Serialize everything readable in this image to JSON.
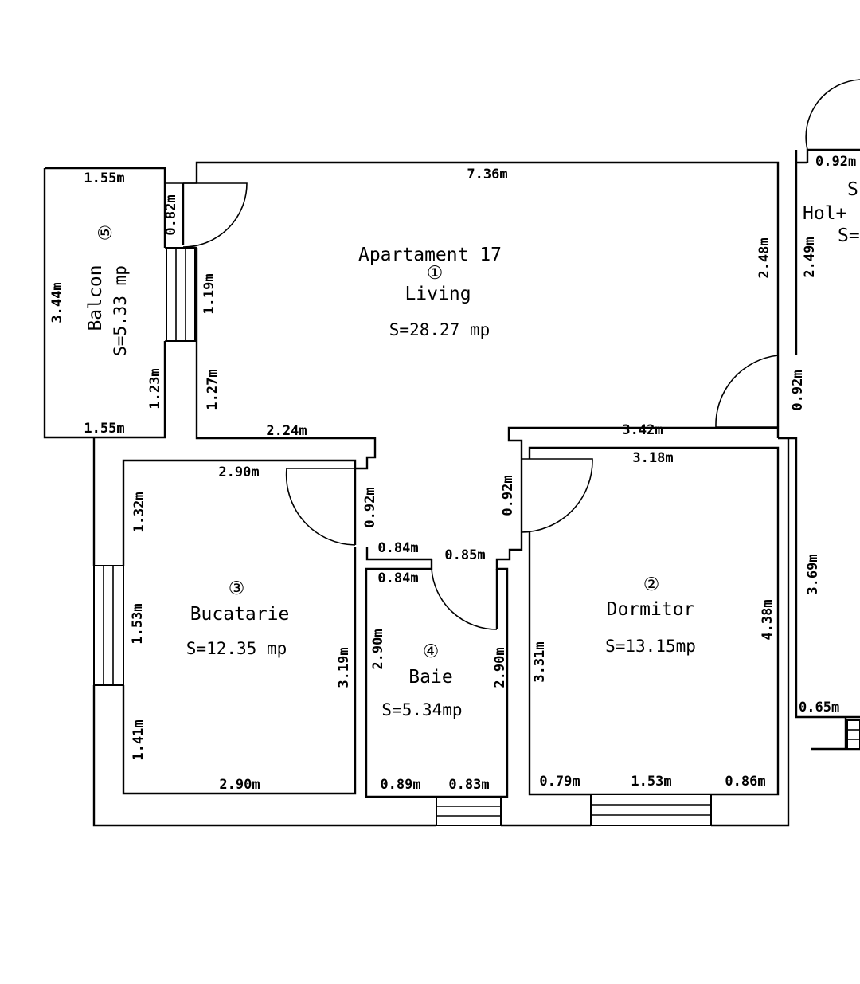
{
  "title": "Apartament 17",
  "rooms": {
    "living": {
      "num": "①",
      "name": "Living",
      "area": "S=28.27 mp"
    },
    "dormitor": {
      "num": "②",
      "name": "Dormitor",
      "area": "S=13.15mp"
    },
    "bucatarie": {
      "num": "③",
      "name": "Bucatarie",
      "area": "S=12.35 mp"
    },
    "baie": {
      "num": "④",
      "name": "Baie",
      "area": "S=5.34mp"
    },
    "balcon": {
      "num": "⑤",
      "name": "Balcon",
      "area": "S=5.33 mp"
    },
    "hol": {
      "name": "Hol+",
      "num_partial": "S",
      "area_partial": "S="
    }
  },
  "dimensions": {
    "balcon_top": "1.55m",
    "balcon_bottom": "1.55m",
    "balcon_left": "3.44m",
    "balcon_door": "0.82m",
    "balcon_win": "1.19m",
    "balcon_right_low": "1.23m",
    "living_top": "7.36m",
    "living_right": "2.48m",
    "living_left_low": "1.27m",
    "living_bottom_left": "2.24m",
    "living_bottom_right": "3.42m",
    "hol_top": "0.92m",
    "hol_left": "2.49m",
    "hol_door": "0.92m",
    "hol_right": "3.69m",
    "hol_bottom": "0.65m",
    "buc_top": "2.90m",
    "buc_door": "0.92m",
    "buc_left_top": "1.32m",
    "buc_left_win": "1.53m",
    "buc_left_low": "1.41m",
    "buc_right": "3.19m",
    "buc_bottom": "2.90m",
    "hall_left": "0.84m",
    "hall_mid": "0.85m",
    "baie_top": "0.84m",
    "baie_left": "2.90m",
    "baie_right": "2.90m",
    "baie_bottom_left": "0.89m",
    "baie_bottom_right": "0.83m",
    "dorm_door": "0.92m",
    "dorm_top": "3.18m",
    "dorm_left": "3.31m",
    "dorm_right": "4.38m",
    "dorm_bottom_left": "0.79m",
    "dorm_bottom_win": "1.53m",
    "dorm_bottom_right": "0.86m"
  }
}
